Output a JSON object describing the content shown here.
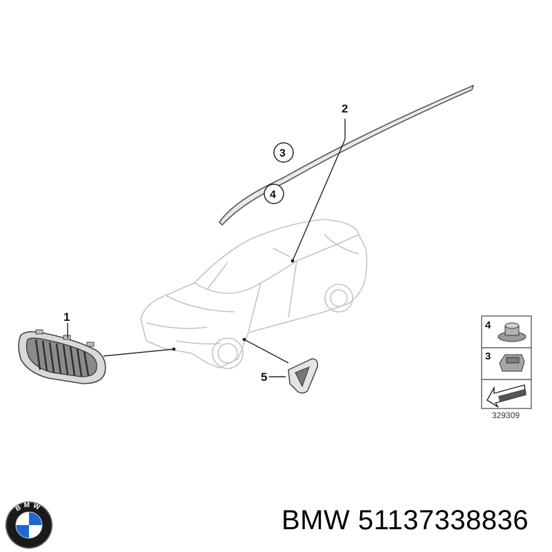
{
  "callouts": {
    "part1": "1",
    "part2": "2",
    "part3": "3",
    "part4": "4",
    "part5": "5"
  },
  "legend": {
    "item4": "4",
    "item3": "3"
  },
  "diagram_ref": "329309",
  "logo": {
    "letters": "BMW"
  },
  "caption": {
    "brand": "BMW",
    "part_number": "51137338836"
  },
  "colors": {
    "line": "#222222",
    "car_outline": "#c8c8c8",
    "brand_blue": "#1c69d4"
  }
}
